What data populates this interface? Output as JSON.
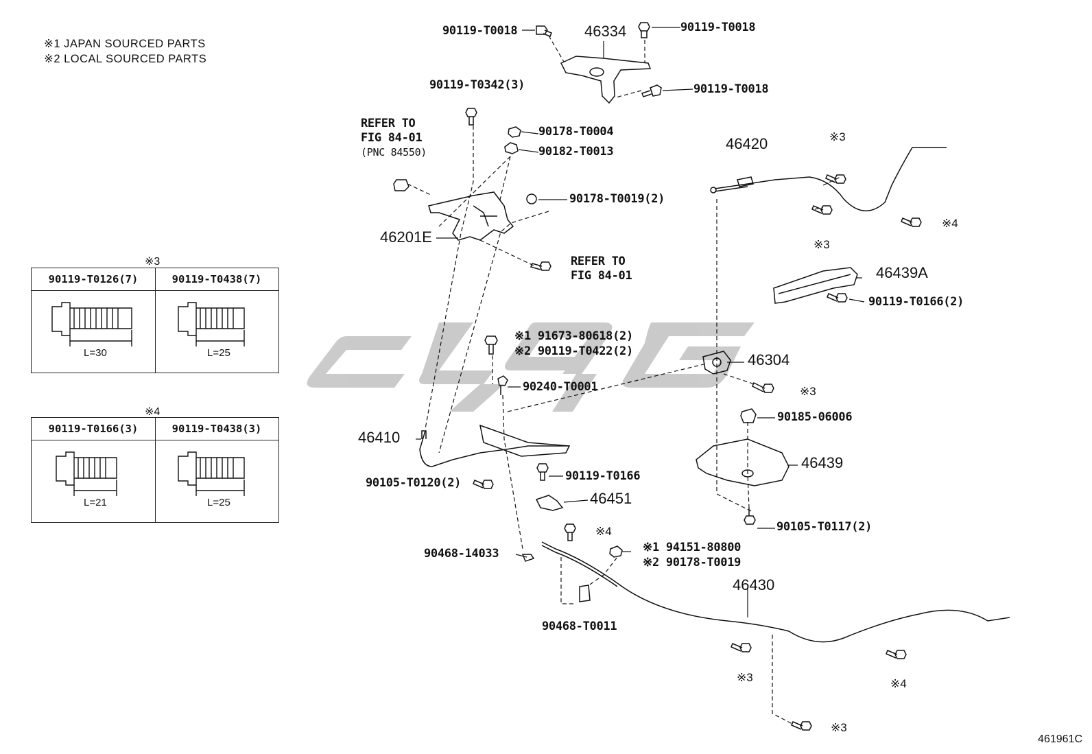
{
  "notes": [
    "※1 JAPAN SOURCED PARTS",
    "※2 LOCAL SOURCED PARTS"
  ],
  "tables": [
    {
      "caption": "※3",
      "cols": [
        {
          "part": "90119-T0126(7)",
          "length": "L=30"
        },
        {
          "part": "90119-T0438(7)",
          "length": "L=25"
        }
      ]
    },
    {
      "caption": "※4",
      "cols": [
        {
          "part": "90119-T0166(3)",
          "length": "L=21"
        },
        {
          "part": "90119-T0438(3)",
          "length": "L=25"
        }
      ]
    }
  ],
  "labels": {
    "p90119_T0018_a": "90119-T0018",
    "p46334": "46334",
    "p90119_T0018_b": "90119-T0018",
    "p90119_T0018_c": "90119-T0018",
    "p90119_T0342": "90119-T0342(3)",
    "refer1_l1": "REFER TO",
    "refer1_l2": "FIG 84-01",
    "refer1_l3": "(PNC 84550)",
    "p90178_T0004": "90178-T0004",
    "p90182_T0013": "90182-T0013",
    "p90178_T0019_2": "90178-T0019(2)",
    "p46201E": "46201E",
    "refer2_l1": "REFER TO",
    "refer2_l2": "FIG 84-01",
    "p46420": "46420",
    "mark3_a": "※3",
    "mark3_b": "※3",
    "mark4_a": "※4",
    "p46439A": "46439A",
    "p90119_T0166_2": "90119-T0166(2)",
    "p91673": "※1 91673-80618(2)",
    "p90119_T0422": "※2 90119-T0422(2)",
    "p46304": "46304",
    "p90240": "90240-T0001",
    "mark3_c": "※3",
    "p90185": "90185-06006",
    "p46410": "46410",
    "p46439": "46439",
    "p90105_T0120": "90105-T0120(2)",
    "p90119_T0166": "90119-T0166",
    "p46451": "46451",
    "p90105_T0117": "90105-T0117(2)",
    "mark4_b": "※4",
    "p94151": "※1 94151-80800",
    "p90178_T0019": "※2 90178-T0019",
    "p90468_14033": "90468-14033",
    "p46430": "46430",
    "p90468_T0011": "90468-T0011",
    "mark3_d": "※3",
    "mark4_c": "※4",
    "mark3_e": "※3"
  },
  "figure_number": "461961C"
}
